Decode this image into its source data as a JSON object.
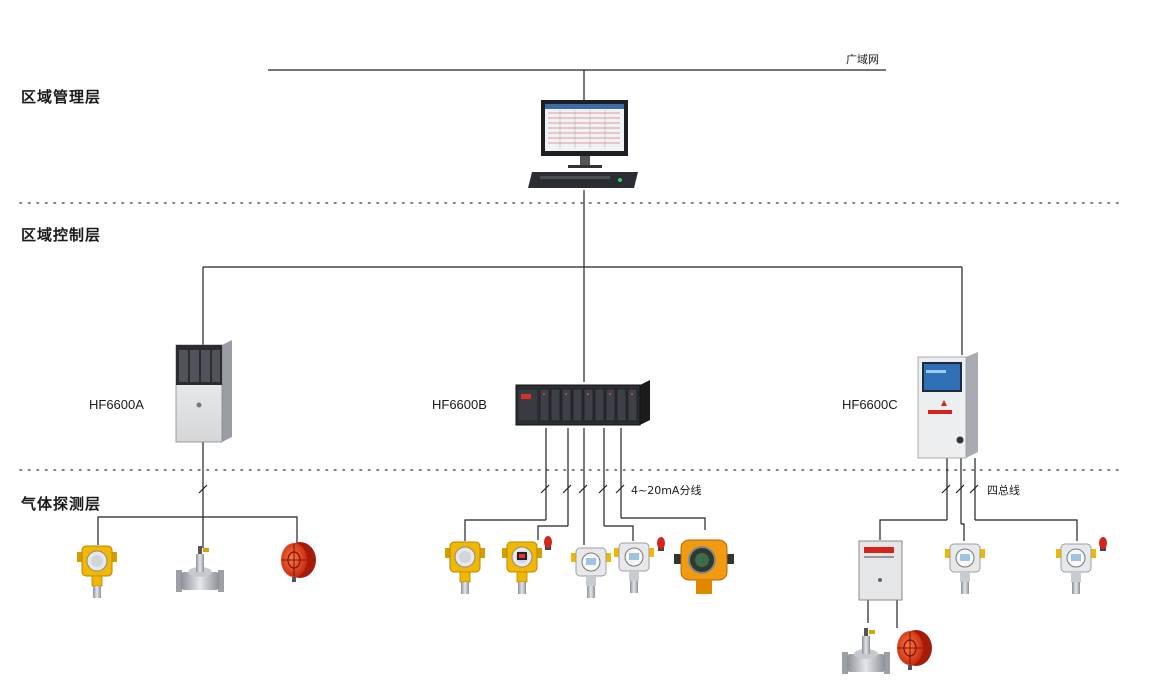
{
  "layers": {
    "management": "区域管理层",
    "control": "区域控制层",
    "detection": "气体探测层"
  },
  "network": {
    "wan_label": "广域网"
  },
  "controllers": {
    "a": "HF6600A",
    "b": "HF6600B",
    "c": "HF6600C"
  },
  "links": {
    "analog": "4~20mA分线",
    "bus": "四总线"
  },
  "colors": {
    "line": "#222222",
    "detector_yellow": "#f0b800",
    "fan_red": "#e23a1a",
    "steel": "#b8bcc2",
    "screen_blue": "#2f6fb5"
  }
}
